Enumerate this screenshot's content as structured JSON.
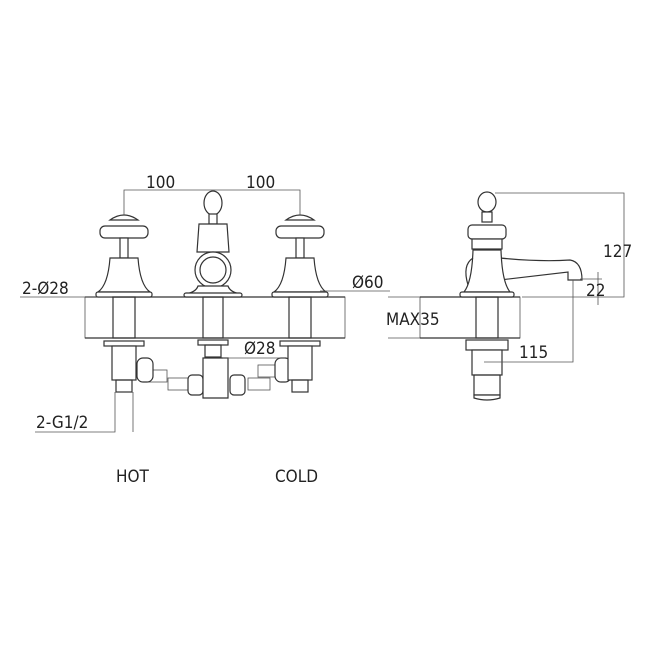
{
  "title": "Three-hole basin mixer technical drawing",
  "dimensions": {
    "spacing_left": "100",
    "spacing_right": "100",
    "hole_diameter": "2-Ø28",
    "flange_diameter": "Ø60",
    "center_shank": "Ø28",
    "inlet_thread": "2-G1/2",
    "height": "127",
    "spout_height": "22",
    "max_deck": "MAX35",
    "spout_reach": "115"
  },
  "labels": {
    "hot": "HOT",
    "cold": "COLD"
  },
  "colors": {
    "line": "#333333",
    "background": "#ffffff"
  }
}
